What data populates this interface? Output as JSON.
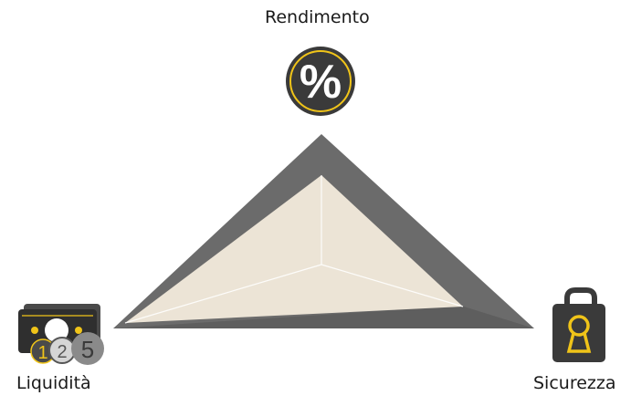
{
  "labels": {
    "rendimento": "Rendimento",
    "liquidita": "Liquidità",
    "sicurezza": "Sicurezza"
  },
  "icons": {
    "top": "percent-icon",
    "left": "cash-and-coins-icon",
    "right": "padlock-icon"
  },
  "coins": [
    "1",
    "2",
    "5"
  ],
  "colors": {
    "dark_triangle": "#6b6b6b",
    "dark_triangle_edge": "#5a5a5a",
    "light_fill": "#ece4d6",
    "accent_yellow": "#f0c419",
    "icon_dark": "#3a3a3a"
  }
}
